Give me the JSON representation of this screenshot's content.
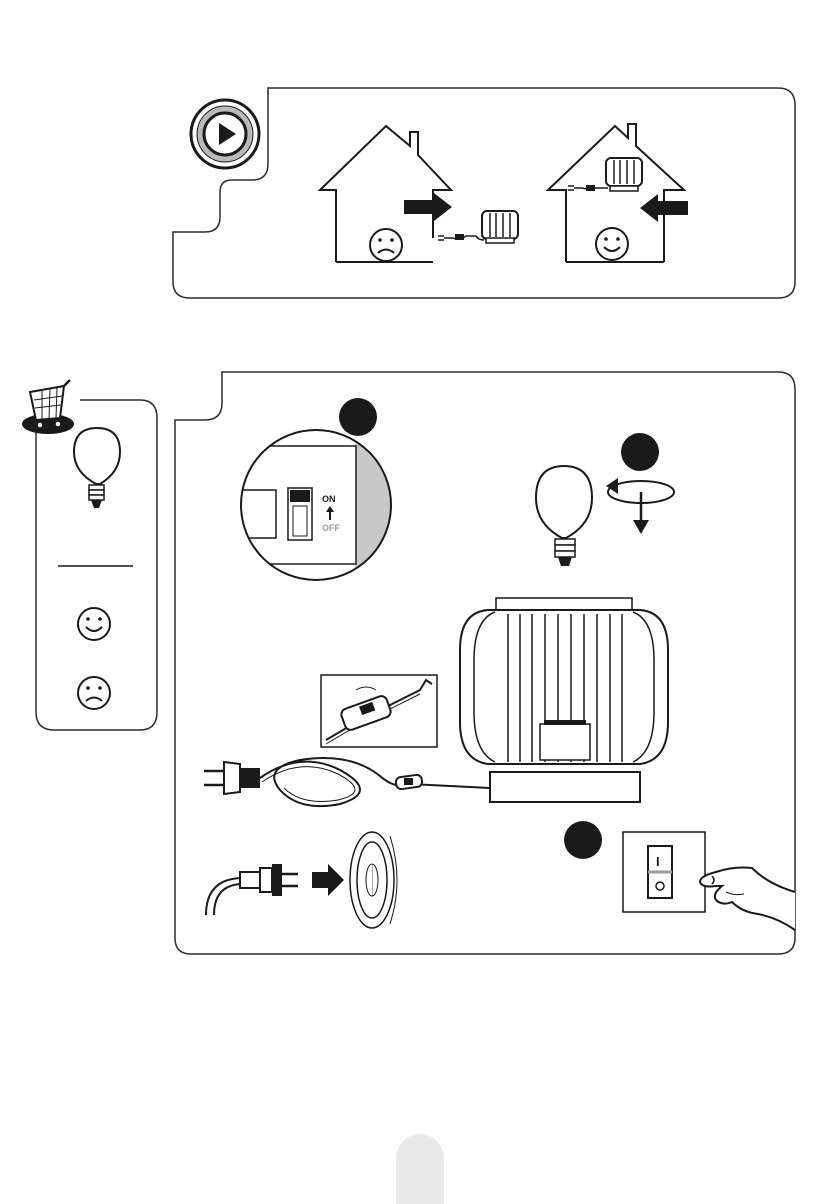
{
  "switch_detail": {
    "on_label": "ON",
    "off_label": "OFF"
  },
  "wall_switch": {
    "on_symbol": "I",
    "off_symbol": "O"
  },
  "icons": {
    "play": "play-icon",
    "cart": "shopping-cart-icon",
    "bulb": "light-bulb-icon",
    "happy": "happy-face-icon",
    "sad": "sad-face-icon",
    "house": "house-icon",
    "plug": "plug-icon",
    "socket": "socket-icon",
    "hand": "hand-icon",
    "rotate": "rotate-arrow-icon",
    "lamp": "lamp-icon"
  },
  "colors": {
    "ink": "#1a1a1a",
    "step_badge": "#1a1a1a",
    "panel_border": "#2b2b2b",
    "grey_fill": "#c8c8c8"
  }
}
